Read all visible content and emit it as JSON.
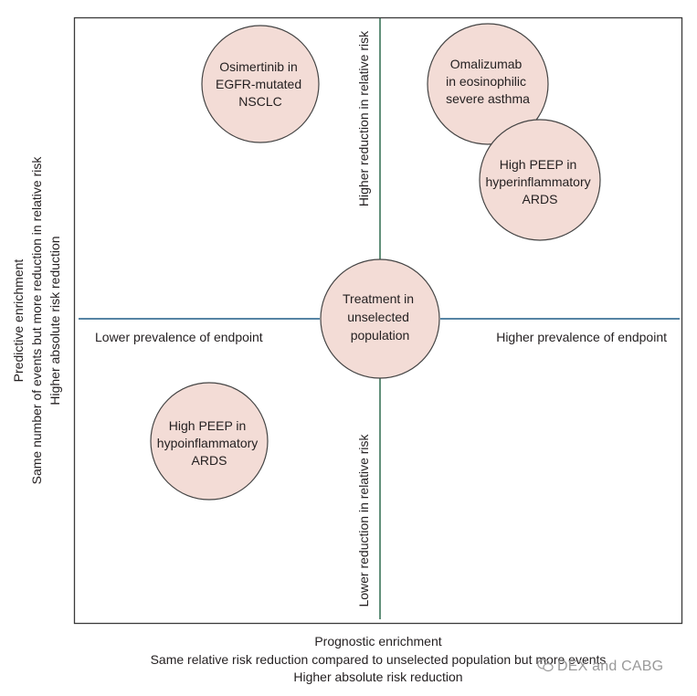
{
  "colors": {
    "frame": "#3a3a3a",
    "axis_line": "#1f5c86",
    "vertical_line": "#2e6b4f",
    "bubble_fill": "#f3dcd6",
    "bubble_stroke": "#444444",
    "watermark": "#9a9a9a"
  },
  "axes": {
    "left_title": {
      "lines": [
        "Predictive enrichment",
        "Same number of events but more reduction in relative risk",
        "Higher absolute risk reduction"
      ]
    },
    "bottom_title": {
      "lines": [
        "Prognostic enrichment",
        "Same relative risk reduction compared to unselected population but more events",
        "Higher absolute risk reduction"
      ]
    },
    "left_end_label": "Lower prevalence of endpoint",
    "right_end_label": "Higher prevalence of endpoint",
    "top_end_label": "Higher reduction in relative risk",
    "bottom_end_label": "Lower reduction in relative risk"
  },
  "bubbles": [
    {
      "id": "center",
      "lines": [
        "Treatment in",
        "unselected",
        "population"
      ]
    },
    {
      "id": "osimertinib",
      "lines": [
        "Osimertinib in",
        "EGFR-mutated",
        "NSCLC"
      ]
    },
    {
      "id": "omalizumab",
      "lines": [
        "Omalizumab",
        "in eosinophilic",
        "severe asthma"
      ]
    },
    {
      "id": "peep-hyper",
      "lines": [
        "High PEEP in",
        "hyperinflammatory",
        "ARDS"
      ]
    },
    {
      "id": "peep-hypo",
      "lines": [
        "High PEEP in",
        "hypoinflammatory",
        "ARDS"
      ]
    }
  ],
  "watermark": {
    "icon": "wechat-icon",
    "text": "DEX and CABG"
  }
}
